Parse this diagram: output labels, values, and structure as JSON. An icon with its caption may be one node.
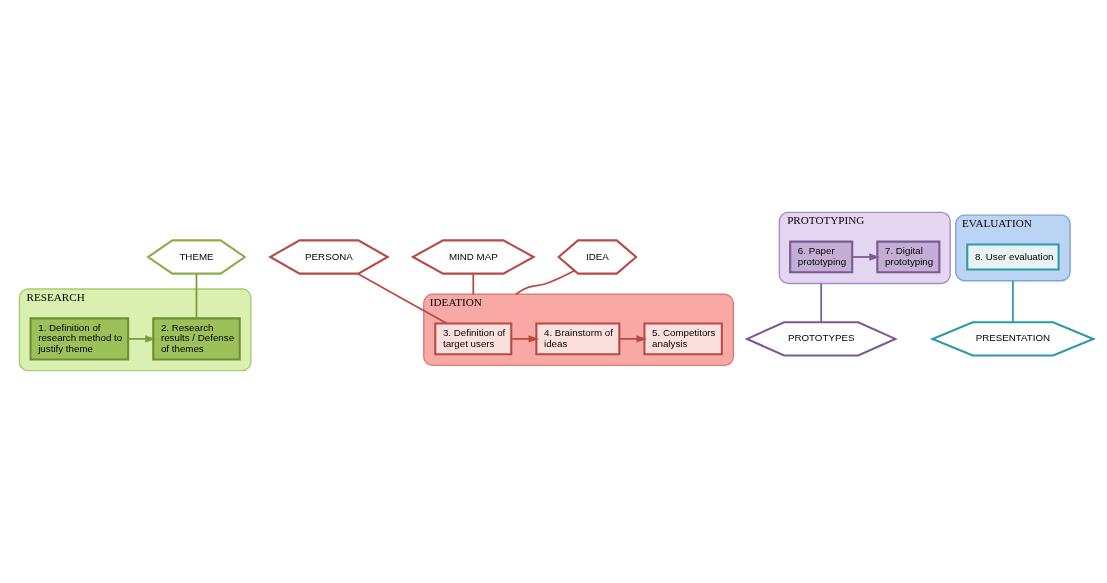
{
  "diagram": {
    "nodes": [
      {
        "text": [
          "RESEARCH"
        ]
      },
      {
        "text": [
          "1. Definition of research method to justify theme"
        ],
        "in": 0
      },
      {
        "text": [
          "2. Research results / Defense of themes"
        ],
        "in": 0
      },
      {
        "text": [
          "THEME"
        ]
      },
      {
        "text": [
          "IDEATION"
        ]
      },
      {
        "text": [
          "3. Definition of target users"
        ],
        "in": 4
      },
      {
        "text": [
          "4. Brainstorm of ideas"
        ],
        "in": 4
      },
      {
        "text": [
          "5. Competitors analysis"
        ],
        "in": 4
      },
      {
        "text": [
          "PERSONA"
        ]
      },
      {
        "text": [
          "MIND MAP"
        ]
      },
      {
        "text": [
          "IDEA"
        ]
      },
      {
        "text": [
          "PROTOTYPING"
        ]
      },
      {
        "text": [
          "6. Paper prototyping"
        ],
        "in": 11
      },
      {
        "text": [
          "7. Digital prototyping"
        ],
        "in": 11
      },
      {
        "text": [
          "EVALUATION"
        ]
      },
      {
        "text": [
          "8. User evaluation"
        ],
        "in": 14
      },
      {
        "text": [
          "PROTOTYPES"
        ]
      },
      {
        "text": [
          "PRESENTATION"
        ]
      }
    ],
    "edges": [
      {
        "from": 1,
        "to": 2,
        "arrow": "to",
        "color": "#7a9a3a"
      },
      {
        "from": 3,
        "to": 2,
        "arrow": "none",
        "color": "#7a9a3a"
      },
      {
        "from": 8,
        "to": 5,
        "arrow": "none",
        "color": "#b84a45"
      },
      {
        "from": 5,
        "to": 6,
        "arrow": "to",
        "color": "#b84a45"
      },
      {
        "from": 6,
        "to": 7,
        "arrow": "to",
        "color": "#b84a45"
      },
      {
        "from": 9,
        "to": 4,
        "arrow": "none",
        "color": "#b84a45"
      },
      {
        "from": 10,
        "to": 4,
        "arrow": "none",
        "color": "#b84a45"
      },
      {
        "from": 12,
        "to": 13,
        "arrow": "to",
        "color": "#7a5a95"
      },
      {
        "from": 11,
        "to": 16,
        "arrow": "none",
        "color": "#7a5a95"
      },
      {
        "from": 14,
        "to": 17,
        "arrow": "none",
        "color": "#2a9aa8"
      }
    ]
  }
}
